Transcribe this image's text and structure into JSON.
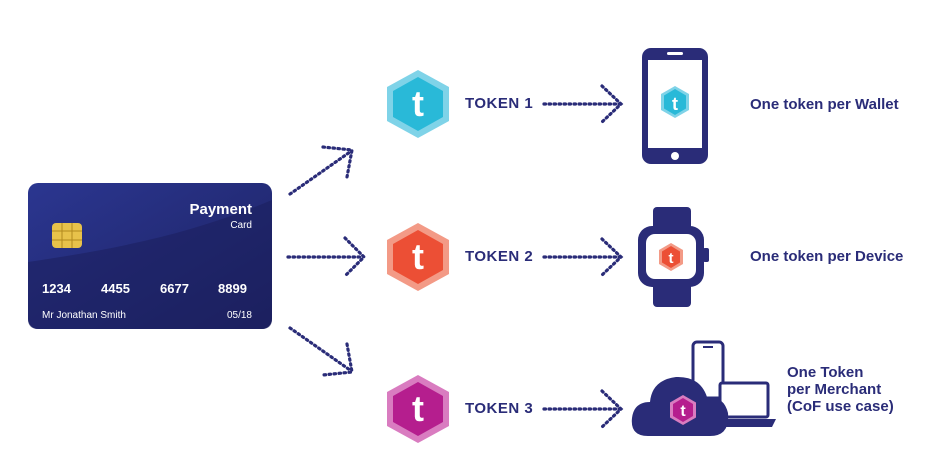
{
  "card": {
    "title": "Payment",
    "subtitle": "Card",
    "number_groups": [
      "1234",
      "4455",
      "6677",
      "8899"
    ],
    "holder": "Mr Jonathan Smith",
    "expiry": "05/18"
  },
  "tokens": [
    {
      "label": "TOKEN 1",
      "glyph": "t",
      "color": "#29b9d8",
      "description": [
        "One token per Wallet"
      ],
      "device_icon": "smartphone-icon"
    },
    {
      "label": "TOKEN 2",
      "glyph": "t",
      "color": "#ec4f35",
      "description": [
        "One token per Device"
      ],
      "device_icon": "smartwatch-icon"
    },
    {
      "label": "TOKEN 3",
      "glyph": "t",
      "color": "#b51e8e",
      "description": [
        "One Token",
        "per Merchant",
        "(CoF use case)"
      ],
      "device_icon": "cloud-devices-icon"
    }
  ],
  "colors": {
    "navy": "#2a2c78",
    "card_dark": "#1f2467",
    "card_light": "#3a49a6"
  }
}
